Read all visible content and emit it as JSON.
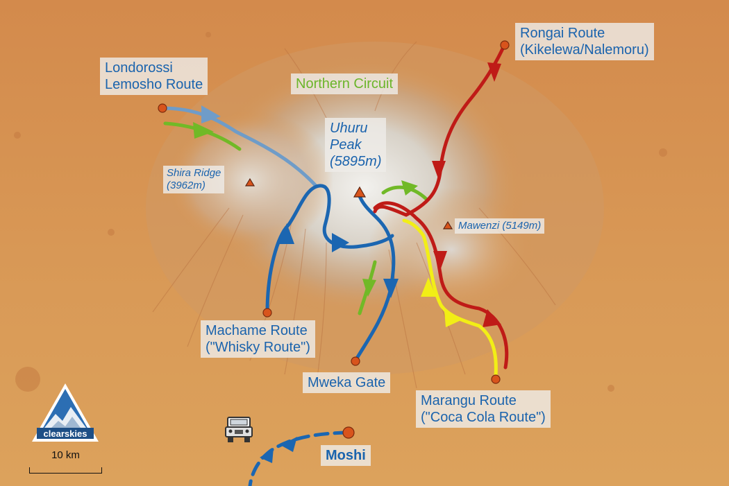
{
  "labels": {
    "londorossi": [
      "Londorossi",
      "Lemosho Route"
    ],
    "northern_circuit": "Northern Circuit",
    "rongai": [
      "Rongai Route",
      "(Kikelewa/Nalemoru)"
    ],
    "uhuru": [
      "Uhuru",
      "Peak",
      "(5895m)"
    ],
    "shira": [
      "Shira Ridge",
      "(3962m)"
    ],
    "mawenzi": "Mawenzi (5149m)",
    "machame": [
      "Machame Route",
      "(\"Whisky Route\")"
    ],
    "mweka": "Mweka Gate",
    "marangu": [
      "Marangu Route",
      "(\"Coca Cola Route\")"
    ],
    "moshi": "Moshi"
  },
  "logo": {
    "text": "clearskies"
  },
  "scale": {
    "label": "10 km"
  },
  "colors": {
    "lemosho": "#6f9cc8",
    "machame": "#1b66b1",
    "northern": "#71b927",
    "rongai": "#bf1b17",
    "marangu": "#f2ee16",
    "point": "#d8541c",
    "label_text": "#1a63ad"
  },
  "icons": {
    "summit": "triangle-marker-icon",
    "trailhead": "circle-marker-icon",
    "vehicle": "jeep-icon"
  }
}
